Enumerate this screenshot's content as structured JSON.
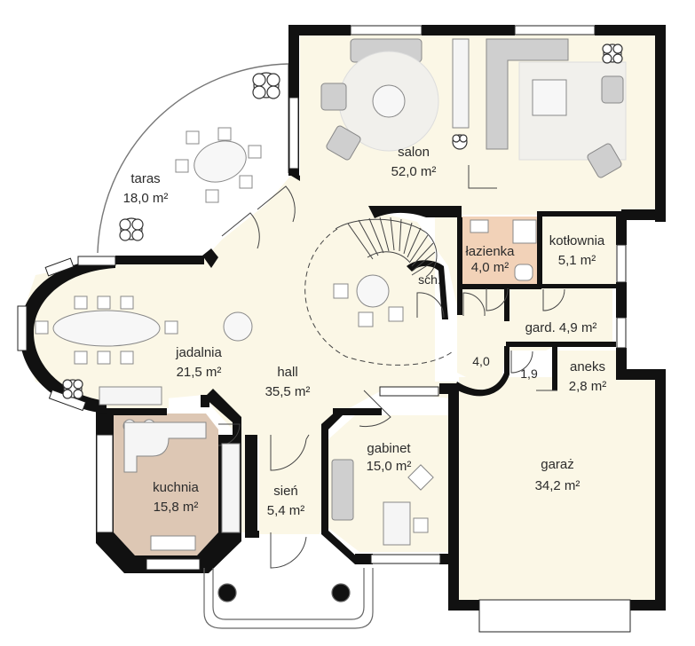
{
  "rooms": {
    "salon": {
      "name": "salon",
      "area": "52,0 m²"
    },
    "taras": {
      "name": "taras",
      "area": "18,0 m²"
    },
    "lazienka": {
      "name": "łazienka",
      "area": "4,0 m²"
    },
    "kotlownia": {
      "name": "kotłownia",
      "area": "5,1 m²"
    },
    "sch": {
      "name": "sch."
    },
    "jadalnia": {
      "name": "jadalnia",
      "area": "21,5 m²"
    },
    "gard": {
      "name": "gard. 4,9 m²"
    },
    "hall": {
      "name": "hall",
      "area": "35,5 m²"
    },
    "w40": {
      "name": "4,0"
    },
    "w19": {
      "name": "1,9"
    },
    "aneks": {
      "name": "aneks",
      "area": "2,8 m²"
    },
    "gabinet": {
      "name": "gabinet",
      "area": "15,0 m²"
    },
    "kuchnia": {
      "name": "kuchnia",
      "area": "15,8 m²"
    },
    "sien": {
      "name": "sień",
      "area": "5,4 m²"
    },
    "garaz": {
      "name": "garaż",
      "area": "34,2 m²"
    }
  },
  "colors": {
    "wall": "#111111",
    "floor": "#fbf7e6",
    "kitchen": "#ddc7b4",
    "bathroom": "#f2d2b8",
    "furniture": "#c8c8c8",
    "plant": "#555555"
  }
}
